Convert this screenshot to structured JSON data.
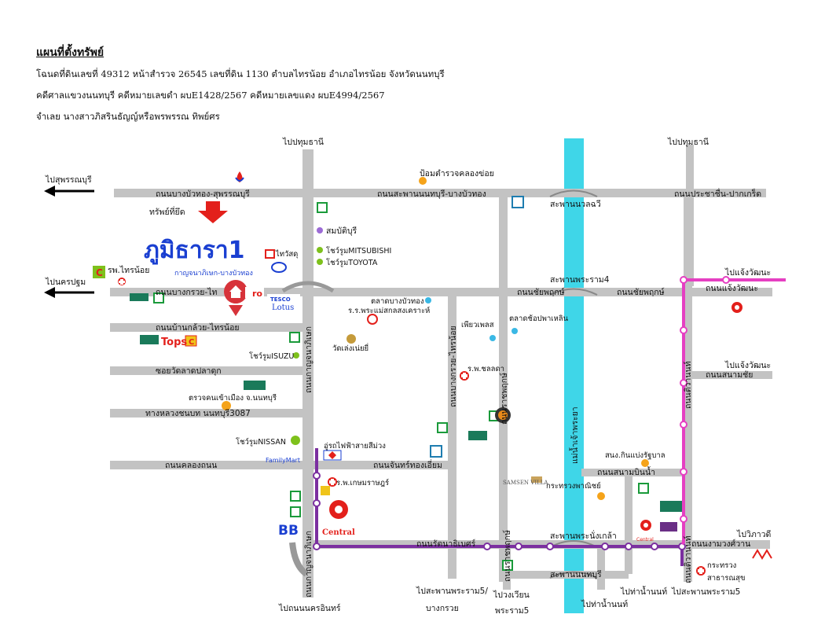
{
  "header": {
    "title": "แผนที่ตั้งทรัพย์",
    "line1": "โฉนดที่ดินเลขที่ 49312 หน้าสำรวจ 26545 เลขที่ดิน 1130 ตำบลไทรน้อย อำเภอไทรน้อย จังหวัดนนทบุรี",
    "line2": "คดีศาลแขวงนนทบุรี  คดีหมายเลขดำ ผบE1428/2567  คดีหมายเลขแดง ผบE4994/2567",
    "line3": "จำเลย นางสาวภิสรินธัญญ์หรือพรพรรณ ทิพย์ศร"
  },
  "map": {
    "project_name": "ภูมิธารา1",
    "project_sub": "กาญจนาภิเษก-บางบัวทอง",
    "seized_label": "ทรัพย์ที่ยึด",
    "directions": {
      "suphan": "ไปสุพรรณบุรี",
      "nakhon_pathom": "ไปนครปฐม",
      "pathum1": "ไปปทุมธานี",
      "pathum2": "ไปปทุมธานี",
      "chaengwattana1": "ไปแจ้งวัฒนะ",
      "chaengwattana2": "ไปแจ้งวัฒนะ",
      "vibhavadi": "ไปวิภาวดี",
      "nonthaburi_pier": "ไปถนนนครอินทร์",
      "rama5": "ไปสะพานพระราม5/",
      "rama5_sub": "บางกรวย",
      "wongwian": "ไปวงเวียน",
      "wongwian_sub": "พระราม5",
      "tha_nam": "ไปท่าน้ำนนท์",
      "tha_nam2": "ไปท่าน้ำนนท์",
      "rama5_right": "ไปสะพานพระราม5"
    },
    "roads": {
      "bangbuathong": "ถนนบางบัวทอง-สุพรรณบุรี",
      "saphan_nonthaburi": "ถนนสะพานนนทบุรี-บางบัวทอง",
      "prachachuen": "ถนนประชาชื่น-ปากเกร็ด",
      "bangkruai": "ถนนบางกรวย-ไท",
      "chaiyaphruek": "ถนนชัยพฤกษ์",
      "chaiyaphruek2": "ถนนชัยพฤกษ์",
      "chaengwattana": "ถนนแจ้งวัฒนะ",
      "banluai": "ถนนบ้านกล้วย-ไทรน้อย",
      "soi_watladpladuk": "ซอยวัดลาดปลาดุก",
      "highway3087": "ทางหลวงชนบท นนทบุรี3087",
      "khlongthanon": "ถนนคลองถนน",
      "kanchanaphisek": "ถนนกาญจนาภิเษก",
      "kanchanaphisek2": "ถนนกาญจนาภิเษก",
      "bangkruai_sainoi": "ถนนบางกรวย-ไทรน้อย",
      "ratchaphruek": "ถนนราชพฤกษ์",
      "ratchaphruek2": "ถนนราชพฤกษ์",
      "chanthongiam": "ถนนจันทร์ทองเอี่ยม",
      "rattanathibet": "ถนนรัตนาธิเบศร์",
      "sanambinnam": "ถนนสนามบินน้ำ",
      "ngamwongwan": "ถนนงามวงศ์วาน",
      "tiwanon": "ถนนติวานนท์",
      "tiwanon2": "ถนนติวานนท์",
      "sanamchai": "ถนนสนามชัย",
      "river": "แม่น้ำเจ้าพระยา"
    },
    "bridges": {
      "nuanchawee": "สะพานนวลฉวี",
      "rama4": "สะพานพระราม4",
      "phranangklao": "สะพานพระนั่งเกล้า",
      "nonthaburi": "สะพานนนทบุรี"
    },
    "places": {
      "ptt": "ป้อมตำรวจคลองข่อย",
      "sombatburi": "สมบัติบุรี",
      "mitsubishi": "โชว์รูมMITSUBISHI",
      "toyota": "โชว์รูมTOYOTA",
      "thaiwatsadu": "ไทวัสดุ",
      "rp_sainoi": "รพ.ไทรน้อย",
      "makro": "ro",
      "tesco": "TESCO",
      "lotus": "Lotus",
      "talad_bangbuathong": "ตลาดบางบัวทอง",
      "school": "ร.ร.พระแม่สกลสงเคราะห์",
      "piyaplace": "เพียวเพลส",
      "chokdee_market": "ตลาดช้อปพาเหลิน",
      "tops": "Tops",
      "isuzu": "โชว์รูมISUZU",
      "wat_lengnoei": "วัดเล่งเน่ยยี่",
      "rp_chonlada": "ร.พ.ชลลดา",
      "police_muang": "ตรวจคนเข้าเมือง จ.นนทบุรี",
      "nissan": "โชว์รูมNISSAN",
      "mrt_purple": "อู่รถไฟฟ้าสายสีม่วง",
      "familymart": "FamilyMart",
      "rp_kasem": "ร.พ.เกษมราษฎร์",
      "central": "Central",
      "central2": "Central",
      "bb": "BB",
      "ministry_commerce": "กระทรวงพาณิชย์",
      "samsen_villa": "SAMSEN VILLA",
      "sonor": "สนง.กินแบ่งรัฐบาล",
      "ministry_health": "กระทรวง",
      "ministry_health2": "สาธารณสุข",
      "rp_sainoi_icon": "C",
      "c_icon": "C"
    },
    "colors": {
      "river": "#3fd6e8",
      "purple_line": "#7b2fa0",
      "pink_line": "#e53fc2",
      "arrow": "#e3201b",
      "pin": "#d7333a",
      "project": "#1a3fd1",
      "road": "#c3c3c3"
    }
  }
}
